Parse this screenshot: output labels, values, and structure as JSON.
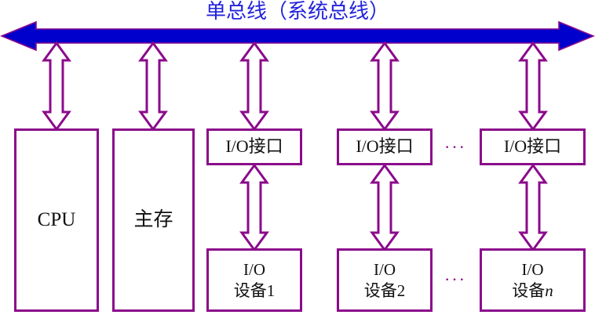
{
  "title": {
    "text": "单总线（系统总线）",
    "color": "#2222dd"
  },
  "bus": {
    "name": "system-bus",
    "label": "单总线（系统总线）",
    "fill": "#0000cc",
    "stroke": "#8B0A8B",
    "direction": "bidirectional"
  },
  "colors": {
    "box_border": "#8B0A8B",
    "box_fill": "#ffffff",
    "arrow_stroke": "#8B0A8B",
    "arrow_fill": "#ffffff",
    "title": "#2222dd",
    "bus_fill": "#0000cc",
    "text": "#111111",
    "ellipsis": "#8B0A8B"
  },
  "nodes": {
    "cpu": {
      "label": "CPU"
    },
    "memory": {
      "label": "主存"
    },
    "interfaces": [
      {
        "label": "I/O接口"
      },
      {
        "label": "I/O接口"
      },
      {
        "label": "I/O接口"
      }
    ],
    "devices": [
      {
        "line1": "I/O",
        "line2": "设备1",
        "index": "1"
      },
      {
        "line1": "I/O",
        "line2": "设备2",
        "index": "2"
      },
      {
        "line1": "I/O",
        "line2": "设备",
        "index": "n"
      }
    ]
  },
  "ellipses": {
    "interface_row": "···",
    "device_row": "···"
  },
  "connectors": {
    "bus_to_cpu": "double-arrow",
    "bus_to_memory": "double-arrow",
    "bus_to_interface_1": "double-arrow",
    "bus_to_interface_2": "double-arrow",
    "bus_to_interface_3": "double-arrow",
    "interface_1_to_device_1": "double-arrow",
    "interface_2_to_device_2": "double-arrow",
    "interface_3_to_device_n": "double-arrow"
  }
}
